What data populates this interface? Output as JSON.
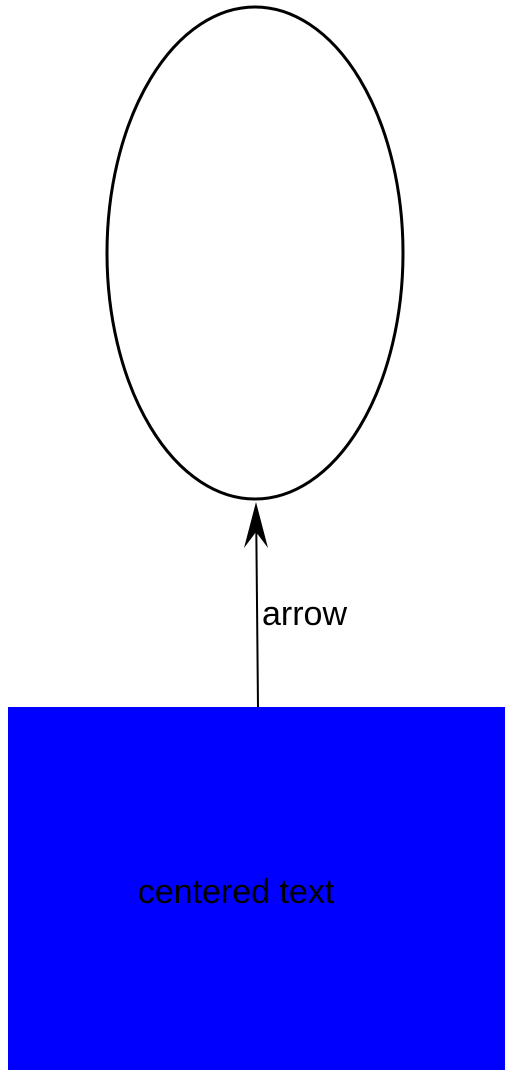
{
  "diagram": {
    "nodes": [
      {
        "id": "ellipse",
        "shape": "ellipse",
        "label": "",
        "fill": "#ffffff",
        "stroke": "#000000"
      },
      {
        "id": "rect",
        "shape": "rectangle",
        "label": "centered text",
        "fill": "#0000ff",
        "stroke": "#0000ff"
      }
    ],
    "edges": [
      {
        "from": "rect",
        "to": "ellipse",
        "label": "arrow",
        "color": "#000000"
      }
    ]
  }
}
